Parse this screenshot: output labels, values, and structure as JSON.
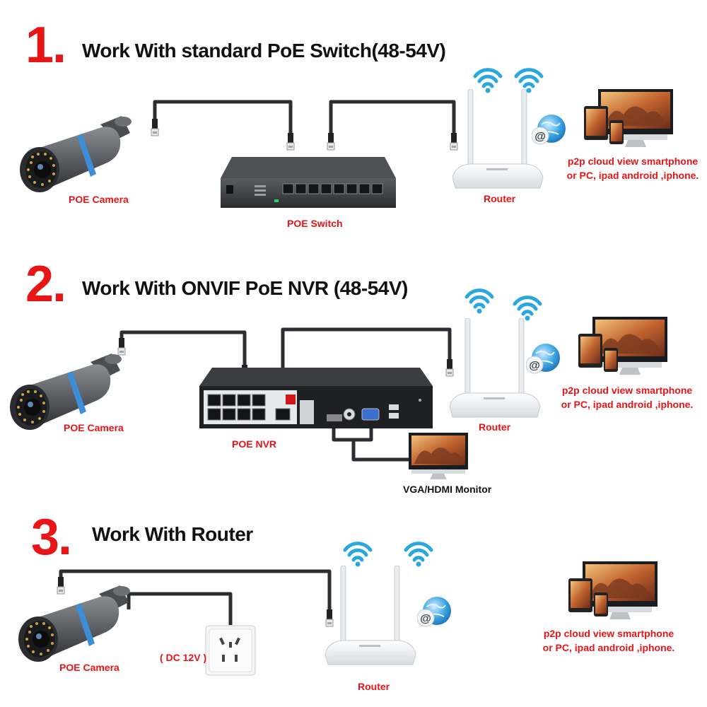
{
  "sections": [
    {
      "number": "1.",
      "title": "Work With standard PoE Switch(48-54V)",
      "camera_label": "POE Camera",
      "hub_label": "POE Switch",
      "router_label": "Router",
      "p2p_line1": "p2p cloud  view smartphone",
      "p2p_line2": "or PC, ipad android ,iphone."
    },
    {
      "number": "2.",
      "title": "Work With ONVIF PoE NVR (48-54V)",
      "camera_label": "POE Camera",
      "hub_label": "POE NVR",
      "monitor_label": "VGA/HDMI Monitor",
      "router_label": "Router",
      "p2p_line1": "p2p cloud  view smartphone",
      "p2p_line2": "or PC, ipad android ,iphone."
    },
    {
      "number": "3.",
      "title": "Work With Router",
      "camera_label": "POE Camera",
      "power_label": "( DC 12V )",
      "router_label": "Router",
      "p2p_line1": "p2p cloud  view smartphone",
      "p2p_line2": "or PC, ipad android ,iphone."
    }
  ],
  "colors": {
    "accent": "#e81416",
    "title": "#111111",
    "cable": "#333333",
    "wifi": "#2aa7e0"
  },
  "icons": [
    "bullet-camera-icon",
    "poe-switch-icon",
    "nvr-icon",
    "router-icon",
    "wifi-icon",
    "cloud-globe-icon",
    "devices-icon",
    "monitor-icon",
    "wall-socket-icon",
    "rj45-plug-icon"
  ]
}
